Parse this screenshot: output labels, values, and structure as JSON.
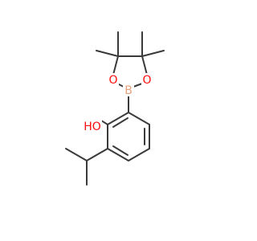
{
  "molecule": {
    "atom_labels": {
      "o1": "O",
      "o2": "O",
      "boron": "B",
      "hydroxyl": "HO"
    },
    "colors": {
      "bond": "#3a3a3a",
      "oxygen": "#ff0d0d",
      "boron": "#e8a07a"
    }
  }
}
